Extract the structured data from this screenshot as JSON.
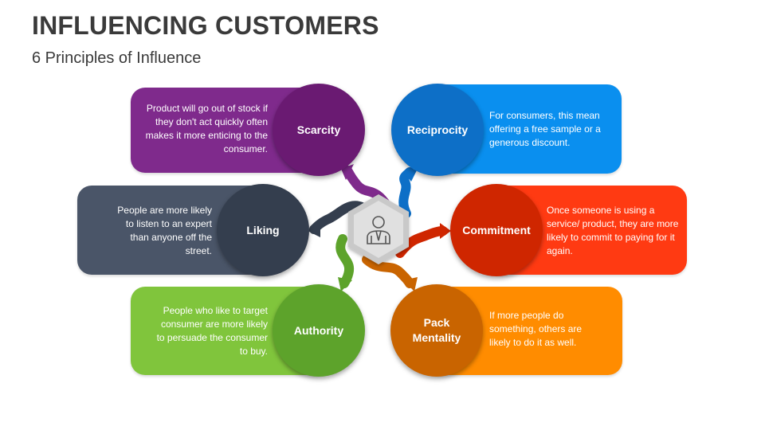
{
  "header": {
    "title": "INFLUENCING CUSTOMERS",
    "subtitle": "6 Principles of Influence"
  },
  "center": {
    "icon": "businessman-icon"
  },
  "principles": [
    {
      "name": "Scarcity",
      "description": "Product will go out of stock if they don't act quickly often makes it more enticing to the consumer.",
      "card_color": "#7f2a8c",
      "circle_color": "#6a1a72"
    },
    {
      "name": "Reciprocity",
      "description": "For consumers, this mean offering a free sample or a generous discount.",
      "card_color": "#0a8fef",
      "circle_color": "#0d6fc7"
    },
    {
      "name": "Liking",
      "description": "People are more likely to listen to an expert than anyone off the street.",
      "card_color": "#4a5568",
      "circle_color": "#343e4e"
    },
    {
      "name": "Commitment",
      "description": "Once someone is using a service/ product, they are more likely to commit to paying for it again.",
      "card_color": "#ff3a12",
      "circle_color": "#cf2600"
    },
    {
      "name": "Authority",
      "description": "People who like to target consumer are more likely to persuade the consumer to buy.",
      "card_color": "#80c53c",
      "circle_color": "#5da32b"
    },
    {
      "name": "Pack Mentality",
      "description": "If more people do something, others are likely to do it as well.",
      "card_color": "#ff8c00",
      "circle_color": "#c96400"
    }
  ]
}
